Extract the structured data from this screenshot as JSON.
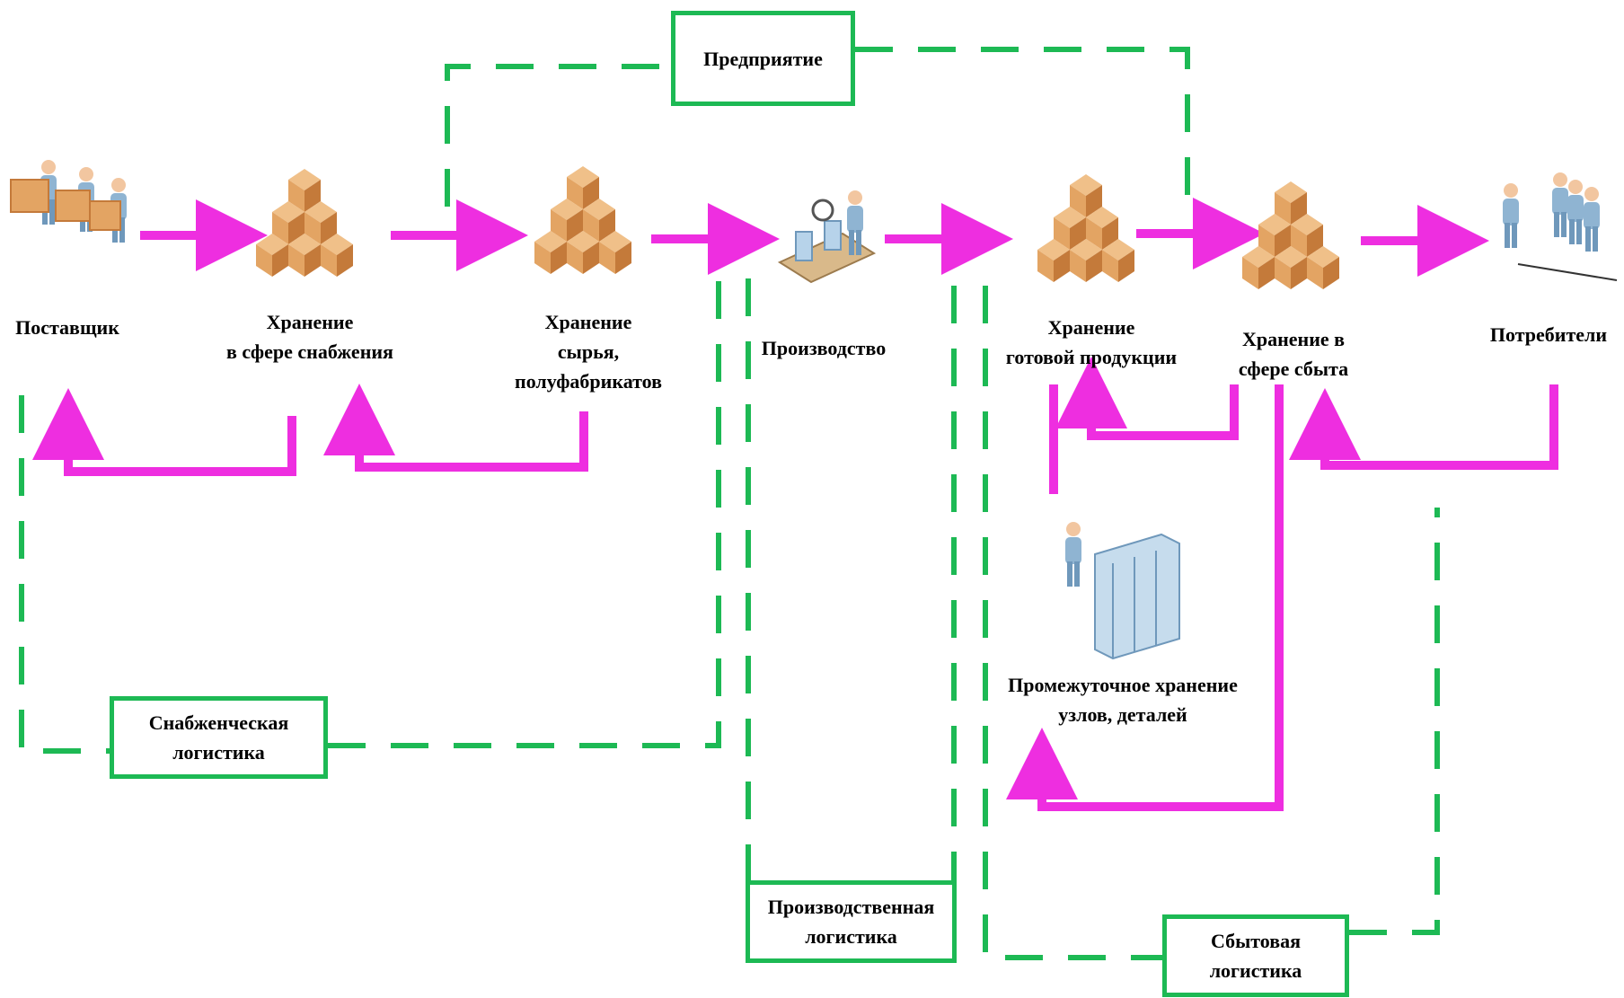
{
  "nodes": {
    "supplier": "Поставщик",
    "supply_storage": [
      "Хранение",
      "в сфере снабжения"
    ],
    "raw_storage": [
      "Хранение",
      "сырья,",
      "полуфабрикатов"
    ],
    "production": "Производство",
    "finished_storage": [
      "Хранение",
      "готовой продукции"
    ],
    "sales_storage": [
      "Хранение в",
      "сфере сбыта"
    ],
    "consumers": "Потребители",
    "intermediate_storage": [
      "Промежуточное хранение",
      "узлов, деталей"
    ]
  },
  "zones": {
    "enterprise": "Предприятие",
    "supply_logistics": [
      "Снабженческая",
      "логистика"
    ],
    "production_logistics": [
      "Производственная",
      "логистика"
    ],
    "sales_logistics": [
      "Сбытовая",
      "логистика"
    ]
  },
  "colors": {
    "flow_arrow": "#ee2ee0",
    "zone_dashed": "#1db954",
    "box_fill": "#e3a463",
    "box_shade": "#c47a3a",
    "person": "#8fb4d2"
  },
  "icons": [
    "supplier-people-icon",
    "boxes-icon",
    "production-worker-icon",
    "consumers-people-icon",
    "server-worker-icon"
  ]
}
